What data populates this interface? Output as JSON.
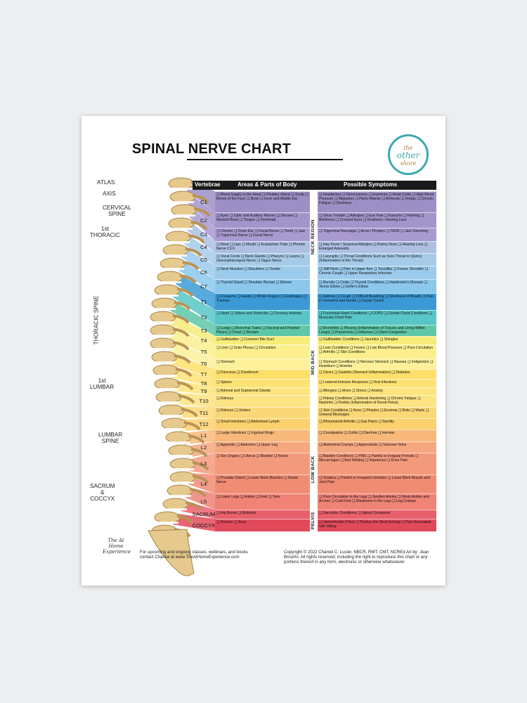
{
  "title": "SPINAL NERVE CHART",
  "logo": {
    "line1": "the",
    "line2": "other",
    "line3": "shore"
  },
  "headers": {
    "vertebrae": "Vertebrae",
    "areas": "Areas & Parts of Body",
    "symptoms": "Possible Symptoms"
  },
  "spine_labels": {
    "atlas": "ATLAS",
    "axis": "AXIS",
    "cervical": "CERVICAL\nSPINE",
    "thoracic1": "1st\nTHORACIC",
    "thoracic_spine": "THORACIC SPINE",
    "lumbar1": "1st\nLUMBAR",
    "lumbar_spine": "LUMBAR\nSPINE",
    "sacrum": "SACRUM\n&\nCOCCYX"
  },
  "regions": {
    "neck": "NECK REGION",
    "mid": "MID BACK",
    "low": "LOW BACK",
    "pelvis": "PELVIS"
  },
  "rows": [
    {
      "v": "C1",
      "color": "#9d8fc6",
      "areas": "❏ Blood Supply to the Head ❏ Pituitary Gland ❏ Scalp ❏ Bones of the Face ❏ Brain ❏ Inner and Middle Ear",
      "symptoms": "❏ Headaches ❏ Nervousness ❏ Insomnia ❏ Head Colds ❏ High Blood Pressure ❏ Migraines ❏ Panic Attacks ❏ Amnesia ❏ Vertigo ❏ Chronic Fatigue ❏ Dizziness"
    },
    {
      "v": "C2",
      "color": "#a394cb",
      "areas": "❏ Eyes ❏ Optic and Auditory Nerves ❏ Sinuses ❏ Mastoid Bone ❏ Tongue ❏ Forehead",
      "symptoms": "❏ Sinus Trouble ❏ Allergies ❏ Eye Pain ❏ Earache ❏ Fainting ❏ Blindness ❏ Crossed Eyes ❏ Deafness / Hearing Loss"
    },
    {
      "v": "C3",
      "color": "#a89ad0",
      "areas": "❏ Cheeks ❏ Outer Ear ❏ Facial Bones ❏ Teeth ❏ Jaw ❏ Trigeminal Nerve ❏ Facial Nerve",
      "symptoms": "❏ Trigeminal Neuralgia ❏ Acne / Pimples ❏ TMJD ❏ Jaw Clenching"
    },
    {
      "v": "C4",
      "color": "#aebfe2",
      "areas": "❏ Nose ❏ Lips ❏ Mouth ❏ Eustachian Tube ❏ Phrenic Nerve C3-5",
      "symptoms": "❏ Hay Fever / Seasonal Allergies ❏ Runny Nose ❏ Hearing Loss ❏ Enlarged Adenoids"
    },
    {
      "v": "C5",
      "color": "#a6cbe9",
      "areas": "❏ Vocal Cords ❏ Neck Glands ❏ Pharynx ❏ Larynx ❏ Glossopharyngeal Nerve ❏ Vagus Nerve",
      "symptoms": "❏ Laryngitis ❏ Throat Conditions Such as Sore Throat or Quincy (Inflammation of the Throat)"
    },
    {
      "v": "C6",
      "color": "#9ccbec",
      "areas": "❏ Neck Muscles ❏ Shoulders ❏ Tonsils",
      "symptoms": "❏ Stiff Neck ❏ Pain in Upper Arm ❏ Tonsillitis ❏ Frozen Shoulder ❏ Chronic Cough ❏ Upper Respiratory Infection"
    },
    {
      "v": "C7",
      "color": "#8cc7ec",
      "areas": "❏ Thyroid Gland ❏ Shoulder Bursae ❏ Elbows",
      "symptoms": "❏ Bursitis ❏ Colds ❏ Thyroid Conditions ❏ Hashimoto's Disease ❏ Tennis Elbow ❏ Golfer's Elbow"
    },
    {
      "v": "T1",
      "color": "#3b9ad6",
      "areas": "❏ Forearms ❏ Hands ❏ Wrists Fingers ❏ Esophagus ❏ Trachea",
      "symptoms": "❏ Asthma ❏ Cough ❏ Difficult Breathing ❏ Shortness of Breath ❏ Pain in Forearms and Hands ❏ Carpal Tunnel"
    },
    {
      "v": "T2",
      "color": "#58c5c6",
      "areas": "❏ Heart ❏ Valves and Ventricles ❏ Coronary Arteries",
      "symptoms": "❏ Functional Heart Conditions ❏ COPD ❏ Certain Chest Conditions ❏ Muscular Chest Pain"
    },
    {
      "v": "T3",
      "color": "#5ec7a8",
      "areas": "❏ Lungs ❏ Bronchial Tubes ❏ Visceral and Parietal Pleura ❏ Chest ❏ Breasts",
      "symptoms": "❏ Bronchitis ❏ Pleurisy (Inflammation of Tissues and Lining Within Lungs) ❏ Pneumonia ❏ Influenza ❏ Chest Congestion"
    },
    {
      "v": "T4",
      "color": "#f6ec7a",
      "areas": "❏ Gallbladder ❏ Common Bile Duct",
      "symptoms": "❏ Gallbladder Conditions ❏ Jaundice ❏ Shingles"
    },
    {
      "v": "T5",
      "color": "#fbef8e",
      "areas": "❏ Liver ❏ Solar Plexus ❏ Circulation",
      "symptoms": "❏ Liver Conditions ❏ Fevers ❏ Low Blood Pressure ❏ Poor Circulation ❏ Arthritis ❏ Skin Conditions"
    },
    {
      "v": "T6",
      "color": "#fcf09a",
      "areas": "❏ Stomach",
      "symptoms": "❏ Stomach Conditions ❏ Nervous Stomach ❏ Nausea ❏ Indigestion ❏ Heartburn ❏ Anemia"
    },
    {
      "v": "T7",
      "color": "#fde06a",
      "areas": "❏ Pancreas ❏ Duodenum",
      "symptoms": "❏ Ulcers ❏ Gastritis (Stomach Inflammation) ❏ Diabetes"
    },
    {
      "v": "T8",
      "color": "#fde274",
      "areas": "❏ Spleen",
      "symptoms": "❏ Lowered Immune Response ❏ Viral Infections"
    },
    {
      "v": "T9",
      "color": "#fde47c",
      "areas": "❏ Adrenal and Suprarenal Glands",
      "symptoms": "❏ Allergies ❏ Hives ❏ Stress ❏ Anxiety"
    },
    {
      "v": "T10",
      "color": "#fce384",
      "areas": "❏ Kidneys",
      "symptoms": "❏ Kidney Conditions ❏ Arterial Hardening ❏ Chronic Fatigue ❏ Nephritis ❏ Pyelitis (Inflammation of Renal Pelvis)"
    },
    {
      "v": "T11",
      "color": "#fbd877",
      "areas": "❏ Kidneys ❏ Ureters",
      "symptoms": "❏ Skin Conditions ❏ Acne ❏ Pimples ❏ Eczema ❏ Boils ❏ Warts ❏ Ureteral Blockages"
    },
    {
      "v": "T12",
      "color": "#fbd16e",
      "areas": "❏ Small Intestines ❏ Abdominal Lymph",
      "symptoms": "❏ Rheumatoid Arthritis ❏ Gas Pains ❏ Sterility"
    },
    {
      "v": "L1",
      "color": "#f7b879",
      "areas": "❏ Large Intestines ❏ Inguinal Rings",
      "symptoms": "❏ Constipation ❏ Colitis ❏ Diarrhea ❏ Hernias"
    },
    {
      "v": "L2",
      "color": "#f5a77e",
      "areas": "❏ Appendix ❏ Abdomen ❏ Upper Leg",
      "symptoms": "❏ Abdominal Cramps ❏ Appendicitis ❏ Varicose Veins"
    },
    {
      "v": "L3",
      "color": "#f39a7d",
      "areas": "❏ Sex Organs ❏ Uterus ❏ Bladder ❏ Knees",
      "symptoms": "❏ Bladder Conditions ❏ PMS ❏ Painful or Irregular Periods ❏ Miscarriages ❏ Bed Wetting ❏ Impotence ❏ Knee Pain"
    },
    {
      "v": "L4",
      "color": "#f18c74",
      "areas": "❏ Prostate Gland ❏ Lower Back Muscles ❏ Sciatic Nerve",
      "symptoms": "❏ Sciatica ❏ Painful or Frequent Urination ❏ Lower Back Muscle and Joint Pain"
    },
    {
      "v": "L5",
      "color": "#ef8376",
      "areas": "❏ Lower Legs ❏ Ankles ❏ Feet ❏ Toes",
      "symptoms": "❏ Poor Circulation in the Legs ❏ Swollen Ankles ❏ Weak Ankles and Arches ❏ Cold Feet ❏ Weakness in the Legs ❏ Leg Cramps"
    },
    {
      "v": "SACRUM",
      "color": "#e8606a",
      "areas": "❏ Hip Bones ❏ Buttocks",
      "symptoms": "❏ Sacroiliac Conditions ❏ Spinal Curvatures"
    },
    {
      "v": "COCCYX",
      "color": "#e24a5c",
      "areas": "❏ Rectum ❏ Anus",
      "symptoms": "❏ Hemorrhoids (Piles) ❏ Pruritus Ani (Anal Itching) ❏ Pain Associated with Sitting"
    }
  ],
  "footer": {
    "signature": "The At Home Experience",
    "left": "For upcoming and ongoing classes, webinars, and books contact Chantel at www.TheAtHomeExperience.com",
    "right": "Copyright © 2022 Chantel C. Lucier, NBCR, RMT, CMT, NCREd Art by: Jean Briceño. All rights reserved; including the right to reproduce this chart or any portions thereof in any form, electronic or otherwise whatsoever."
  }
}
